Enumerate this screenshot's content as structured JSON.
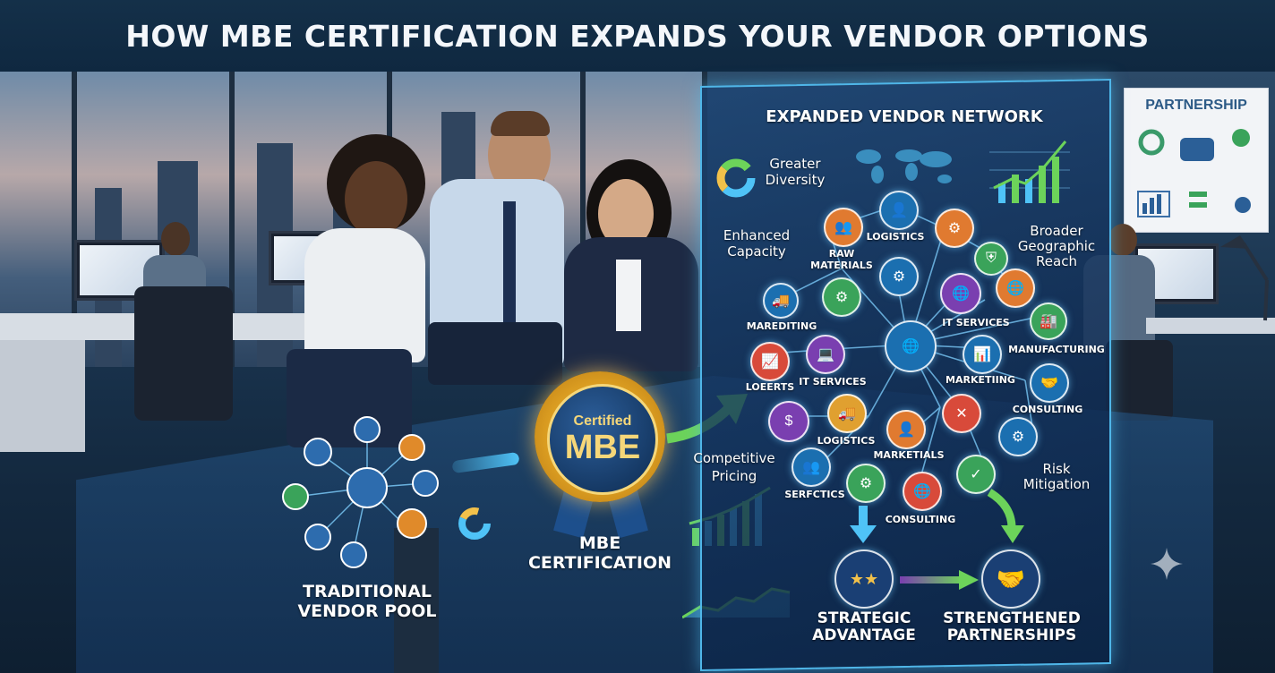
{
  "title": "HOW MBE CERTIFICATION EXPANDS YOUR VENDOR OPTIONS",
  "badge": {
    "top": "Certified",
    "main": "MBE"
  },
  "left_section": {
    "label_line1": "TRADITIONAL",
    "label_line2": "VENDOR POOL"
  },
  "center_section": {
    "label_line1": "MBE",
    "label_line2": "CERTIFICATION"
  },
  "panel": {
    "title": "EXPANDED VENDOR NETWORK",
    "benefits": {
      "diversity": [
        "Greater",
        "Diversity"
      ],
      "capacity": [
        "Enhanced",
        "Capacity"
      ],
      "reach": [
        "Broader",
        "Geographic",
        "Reach"
      ],
      "pricing": [
        "Competitive",
        "Pricing"
      ],
      "risk": [
        "Risk",
        "Mitigation"
      ]
    },
    "node_labels": {
      "logistics_top": "LOGISTICS",
      "raw_materials": [
        "RAW",
        "MATERIALS"
      ],
      "marketing_left": "MAREDITING",
      "it_services_right": "IT SERVICES",
      "manufacturing": "MANUFACTURING",
      "loeerts": "LOEERTS",
      "it_services_left": "IT SERVICES",
      "marketing_right": "MARKETIING",
      "consulting_right": "CONSULTING",
      "logistics_mid": "LOGISTICS",
      "marketials": "MARKETIALS",
      "serfctics": "SERFCTICS",
      "consulting_bottom": "CONSULTING"
    },
    "outcomes": {
      "strategic": [
        "STRATEGIC",
        "ADVANTAGE"
      ],
      "partnerships": [
        "STRENGTHENED",
        "PARTNERSHIPS"
      ]
    }
  },
  "board": {
    "title": "PARTNERSHIP"
  },
  "colors": {
    "title_bg": "#143049",
    "panel_border": "#4fb6e8",
    "badge_gold": "#d99b20",
    "badge_blue": "#163a66",
    "arrow_green": "#6cd35a",
    "arrow_blue": "#4fc3f7"
  }
}
